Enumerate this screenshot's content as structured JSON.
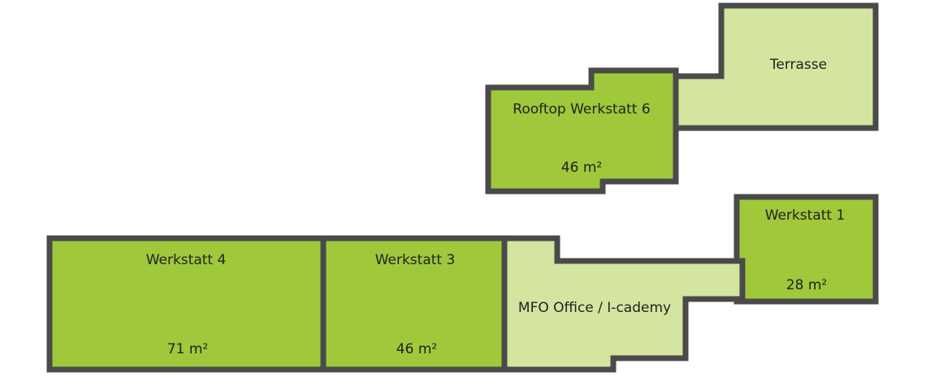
{
  "colors": {
    "workshop": "#9fc83a",
    "common": "#d3e59f",
    "wall": "#4a4a4a",
    "text": "#222222"
  },
  "rooms": [
    {
      "name": "Terrasse",
      "area": "",
      "kind": "common"
    },
    {
      "name": "Rooftop Werkstatt 6",
      "area": "46 m²",
      "kind": "workshop"
    },
    {
      "name": "Werkstatt 1",
      "area": "28 m²",
      "kind": "workshop"
    },
    {
      "name": "Werkstatt 4",
      "area": "71 m²",
      "kind": "workshop"
    },
    {
      "name": "Werkstatt 3",
      "area": "46 m²",
      "kind": "workshop"
    },
    {
      "name": "MFO Office / I-cademy",
      "area": "",
      "kind": "common"
    }
  ]
}
